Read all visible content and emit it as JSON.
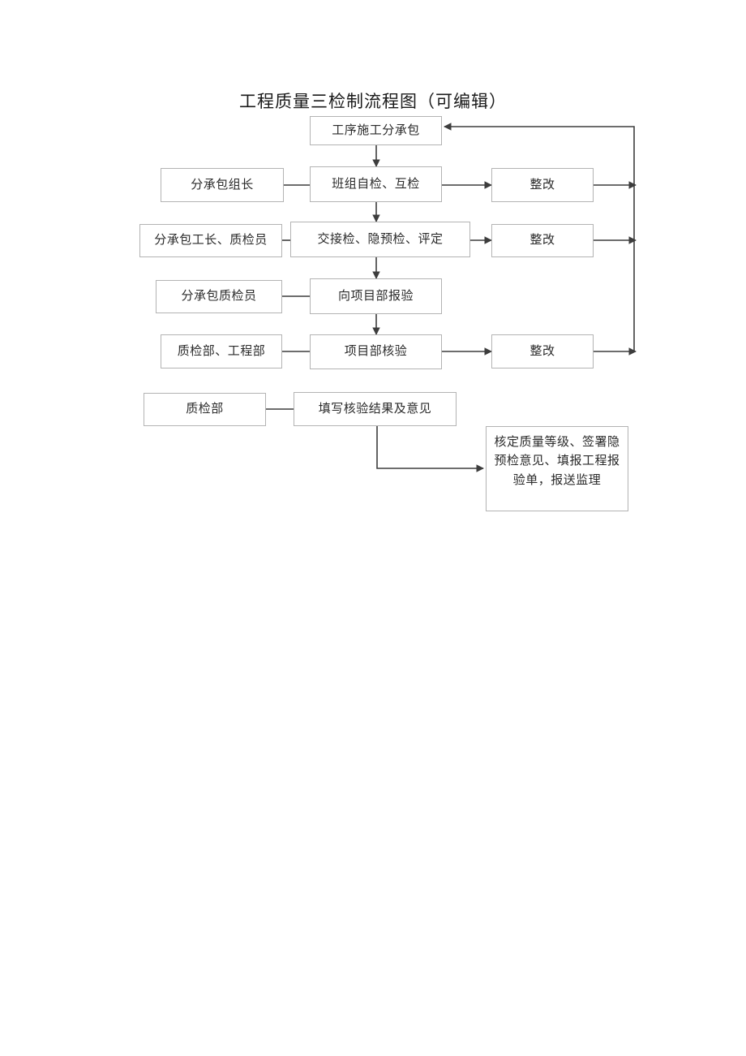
{
  "document": {
    "title": "工程质量三检制流程图（可编辑）"
  },
  "flowchart": {
    "nodes": {
      "start": {
        "label": "工序施工分承包"
      },
      "role1": {
        "label": "分承包组长"
      },
      "step1": {
        "label": "班组自检、互检"
      },
      "fix1": {
        "label": "整改"
      },
      "role2": {
        "label": "分承包工长、质检员"
      },
      "step2": {
        "label": "交接检、隐预检、评定"
      },
      "fix2": {
        "label": "整改"
      },
      "role3": {
        "label": "分承包质检员"
      },
      "step3": {
        "label": "向项目部报验"
      },
      "role4": {
        "label": "质检部、工程部"
      },
      "step4": {
        "label": "项目部核验"
      },
      "fix3": {
        "label": "整改"
      },
      "role5": {
        "label": "质检部"
      },
      "step5": {
        "label": "填写核验结果及意见"
      },
      "final": {
        "label": "核定质量等级、签署隐预检意见、填报工程报验单，报送监理"
      }
    },
    "colors": {
      "node_border": "#b3b3b3",
      "node_fill": "#ffffff",
      "connector": "#3d3d3d",
      "text": "#2a2a2a"
    }
  }
}
